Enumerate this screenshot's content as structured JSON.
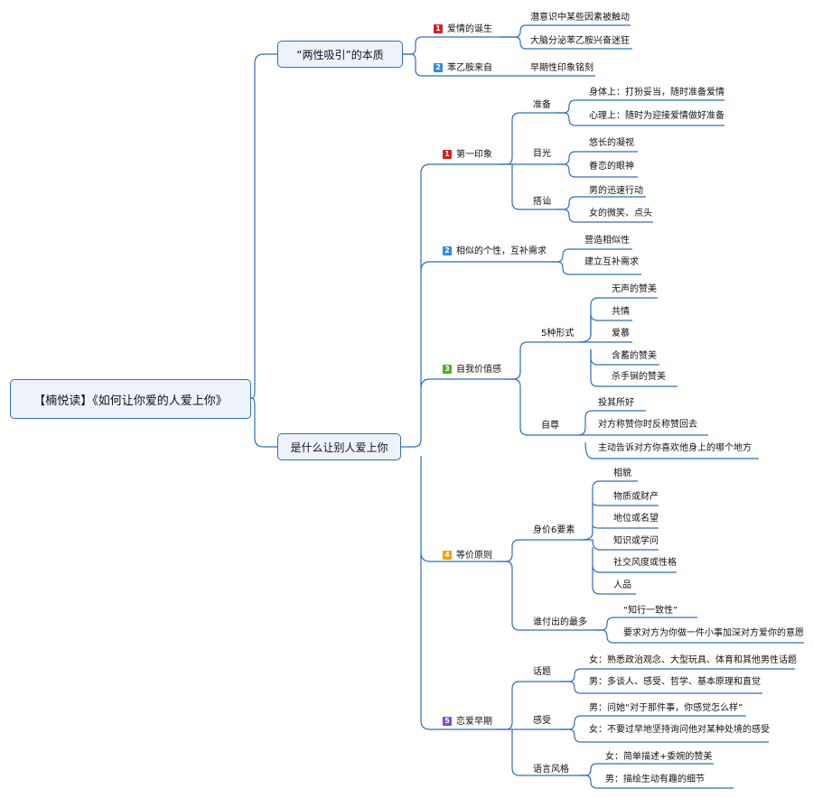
{
  "root": "【楠悦读】《如何让你爱的人爱上你》",
  "colors": {
    "line": "#2e6fbd",
    "box_fill": "#eef3fa",
    "b1": "#d42020",
    "b2": "#2a8ee6",
    "b3": "#4caf2a",
    "b4": "#f2a20a",
    "b5": "#7d4bd6"
  },
  "branch1": {
    "label": "“两性吸引”的本质",
    "topics": [
      {
        "num": "1",
        "label": "爱情的诞生",
        "children": [
          "潜意识中某些因素被触动",
          "大脑分泌苯乙胺兴奋迷狂"
        ]
      },
      {
        "num": "2",
        "label": "苯乙胺来自",
        "children": [
          "早期性印象铭刻"
        ]
      }
    ]
  },
  "branch2": {
    "label": "是什么让别人爱上你",
    "topics": [
      {
        "num": "1",
        "label": "第一印象",
        "subs": [
          {
            "label": "准备",
            "children": [
              "身体上：打扮妥当，随时准备爱情",
              "心理上：随时为迎接爱情做好准备"
            ]
          },
          {
            "label": "目光",
            "children": [
              "悠长的凝视",
              "眷恋的眼神"
            ]
          },
          {
            "label": "搭讪",
            "children": [
              "男的迅速行动",
              "女的微笑、点头"
            ]
          }
        ]
      },
      {
        "num": "2",
        "label": "相似的个性，互补需求",
        "children": [
          "营造相似性",
          "建立互补需求"
        ]
      },
      {
        "num": "3",
        "label": "自我价值感",
        "subs": [
          {
            "label": "5种形式",
            "children": [
              "无声的赞美",
              "共情",
              "爱慕",
              "含蓄的赞美",
              "杀手锏的赞美"
            ]
          },
          {
            "label": "自尊",
            "children": [
              "投其所好",
              "对方称赞你时反称赞回去",
              "主动告诉对方你喜欢他身上的哪个地方"
            ]
          }
        ]
      },
      {
        "num": "4",
        "label": "等价原则",
        "subs": [
          {
            "label": "身价6要素",
            "children": [
              "相貌",
              "物质或财产",
              "地位或名望",
              "知识或学问",
              "社交风度或性格",
              "人品"
            ]
          },
          {
            "label": "谁付出的最多",
            "children": [
              "“知行一致性”",
              "要求对方为你做一件小事加深对方爱你的意愿"
            ]
          }
        ]
      },
      {
        "num": "5",
        "label": "恋爱早期",
        "subs": [
          {
            "label": "话题",
            "children": [
              "女：熟悉政治观念、大型玩具、体育和其他男性话题",
              "男：多谈人、感受、哲学、基本原理和直觉"
            ]
          },
          {
            "label": "感受",
            "children": [
              "男：问她“对于那件事，你感觉怎么样”",
              "女：不要过早地坚持询问他对某种处境的感受"
            ]
          },
          {
            "label": "语言风格",
            "children": [
              "女：简单描述+委婉的赞美",
              "男：描绘生动有趣的细节"
            ]
          }
        ]
      }
    ]
  }
}
